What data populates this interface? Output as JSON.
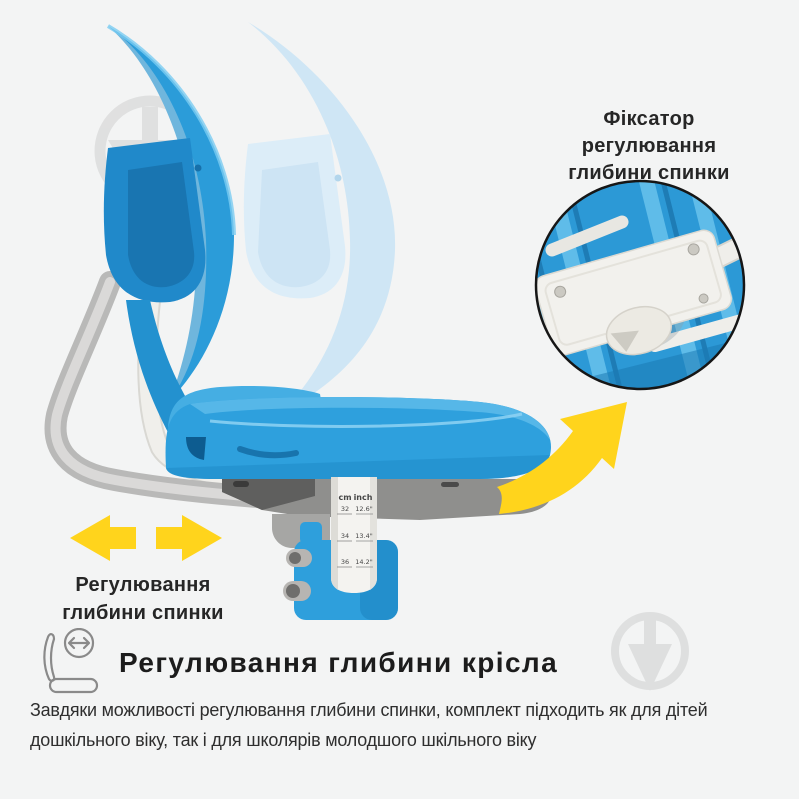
{
  "page": {
    "background": "#f3f4f4"
  },
  "callout": {
    "lines": [
      "Фіксатор",
      "регулювання",
      "глибини спинки"
    ]
  },
  "arrows_label": {
    "lines": [
      "Регулювання",
      "глибини спинки"
    ]
  },
  "heading": {
    "title": "Регулювання глибини крісла"
  },
  "description": {
    "lines": [
      "Завдяки можливості регулювання глибини спинки, комплект підходить як для дітей",
      "дошкільного віку, так і для школярів молодшого шкільного віку"
    ]
  },
  "ruler": {
    "unit_cm": "cm",
    "unit_inch": "inch",
    "rows": [
      {
        "cm": "32",
        "inch": "12.6\""
      },
      {
        "cm": "34",
        "inch": "13.4\""
      },
      {
        "cm": "36",
        "inch": "14.2\""
      }
    ]
  },
  "icons": {
    "watermark": "down-arrow-in-circle",
    "heading_icon": "seat-depth-arrow"
  },
  "colors": {
    "chair_blue": "#2b9cd9",
    "chair_blue_dark": "#1b7ab5",
    "ghost_blue": "#cfe6f5",
    "accent_yellow": "#ffd41c",
    "frame_gray": "#c6c6c5",
    "white_part": "#f1f0ec",
    "text_primary": "#262626",
    "outline_black": "#161616",
    "watermark_gray": "#7e7e7e"
  }
}
